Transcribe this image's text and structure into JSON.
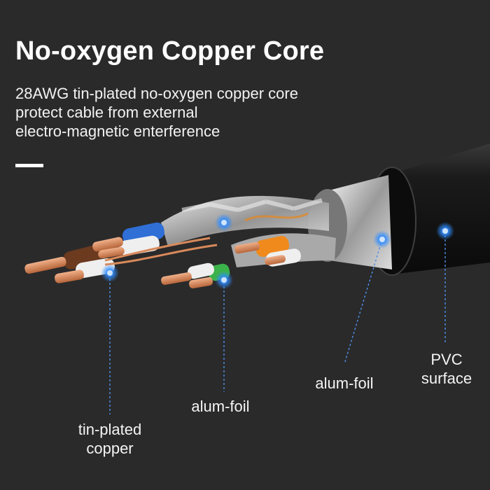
{
  "heading": {
    "title": "No-oxygen Copper Core",
    "description_lines": [
      "28AWG tin-plated no-oxygen copper core",
      "protect cable from external",
      "electro-magnetic enterference"
    ]
  },
  "callouts": [
    {
      "id": "tin-plated-copper",
      "lines": [
        "tin-plated",
        "copper"
      ]
    },
    {
      "id": "alum-foil-inner",
      "lines": [
        "alum-foil"
      ]
    },
    {
      "id": "alum-foil-outer",
      "lines": [
        "alum-foil"
      ]
    },
    {
      "id": "pvc-surface",
      "lines": [
        "PVC",
        "surface"
      ]
    }
  ],
  "colors": {
    "background": "#2a2a2b",
    "marker": "#2f8cff",
    "jacket": "#141414",
    "foil": "#c9c9c9",
    "copper": "#d98a5a",
    "wire_blue": "#2f6fd6",
    "wire_brown": "#6b3a1f",
    "wire_orange": "#f08a1c",
    "wire_green": "#3bb24a",
    "wire_white": "#efefef"
  }
}
